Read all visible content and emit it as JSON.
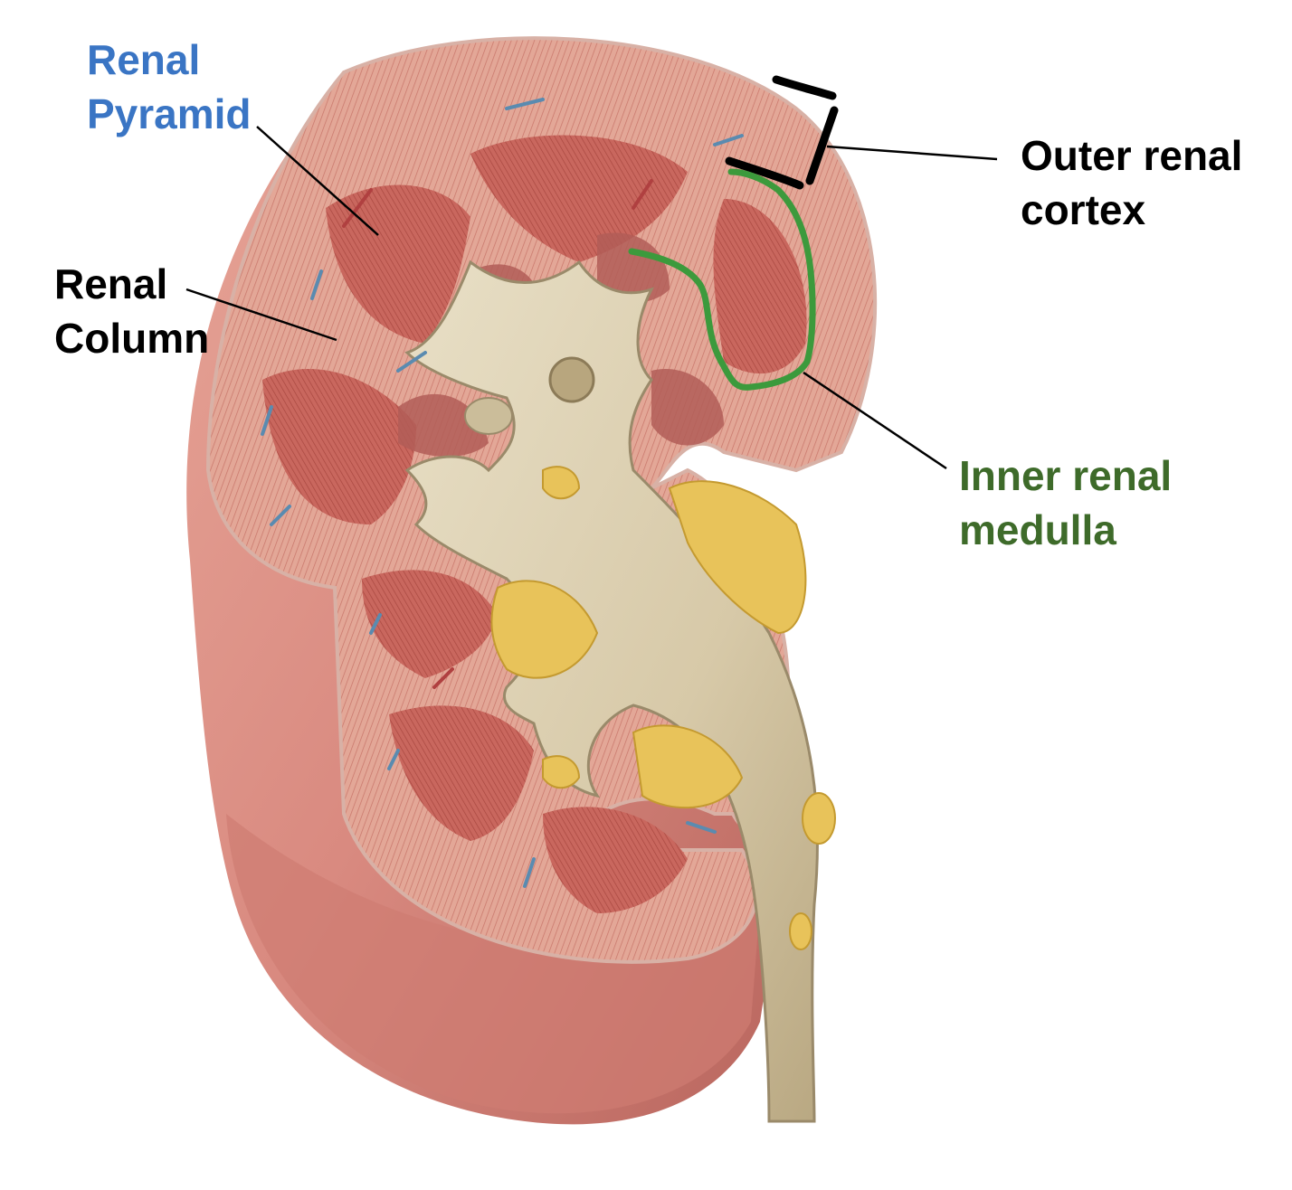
{
  "labels": {
    "renal_pyramid": {
      "line1": "Renal",
      "line2": "Pyramid"
    },
    "renal_column": {
      "line1": "Renal",
      "line2": "Column"
    },
    "outer_renal_cortex": {
      "line1": "Outer renal",
      "line2": "cortex"
    },
    "inner_renal_medulla": {
      "line1": "Inner renal",
      "line2": "medulla"
    }
  },
  "colors": {
    "renal_pyramid_label": "#3a75c4",
    "renal_column_label": "#000000",
    "outer_renal_cortex_label": "#000000",
    "inner_renal_medulla_label": "#3e6b2a",
    "medulla_outline": "#3c9a3c",
    "cortex_bracket": "#000000",
    "kidney_surface": "#d98a80",
    "cortex_tissue": "#e0a090",
    "pyramid_tissue": "#c9675e",
    "renal_pelvis": "#d9cdb0",
    "fat": "#e8c35a"
  },
  "illustration": {
    "subject": "kidney-cross-section",
    "background": "#ffffff"
  }
}
